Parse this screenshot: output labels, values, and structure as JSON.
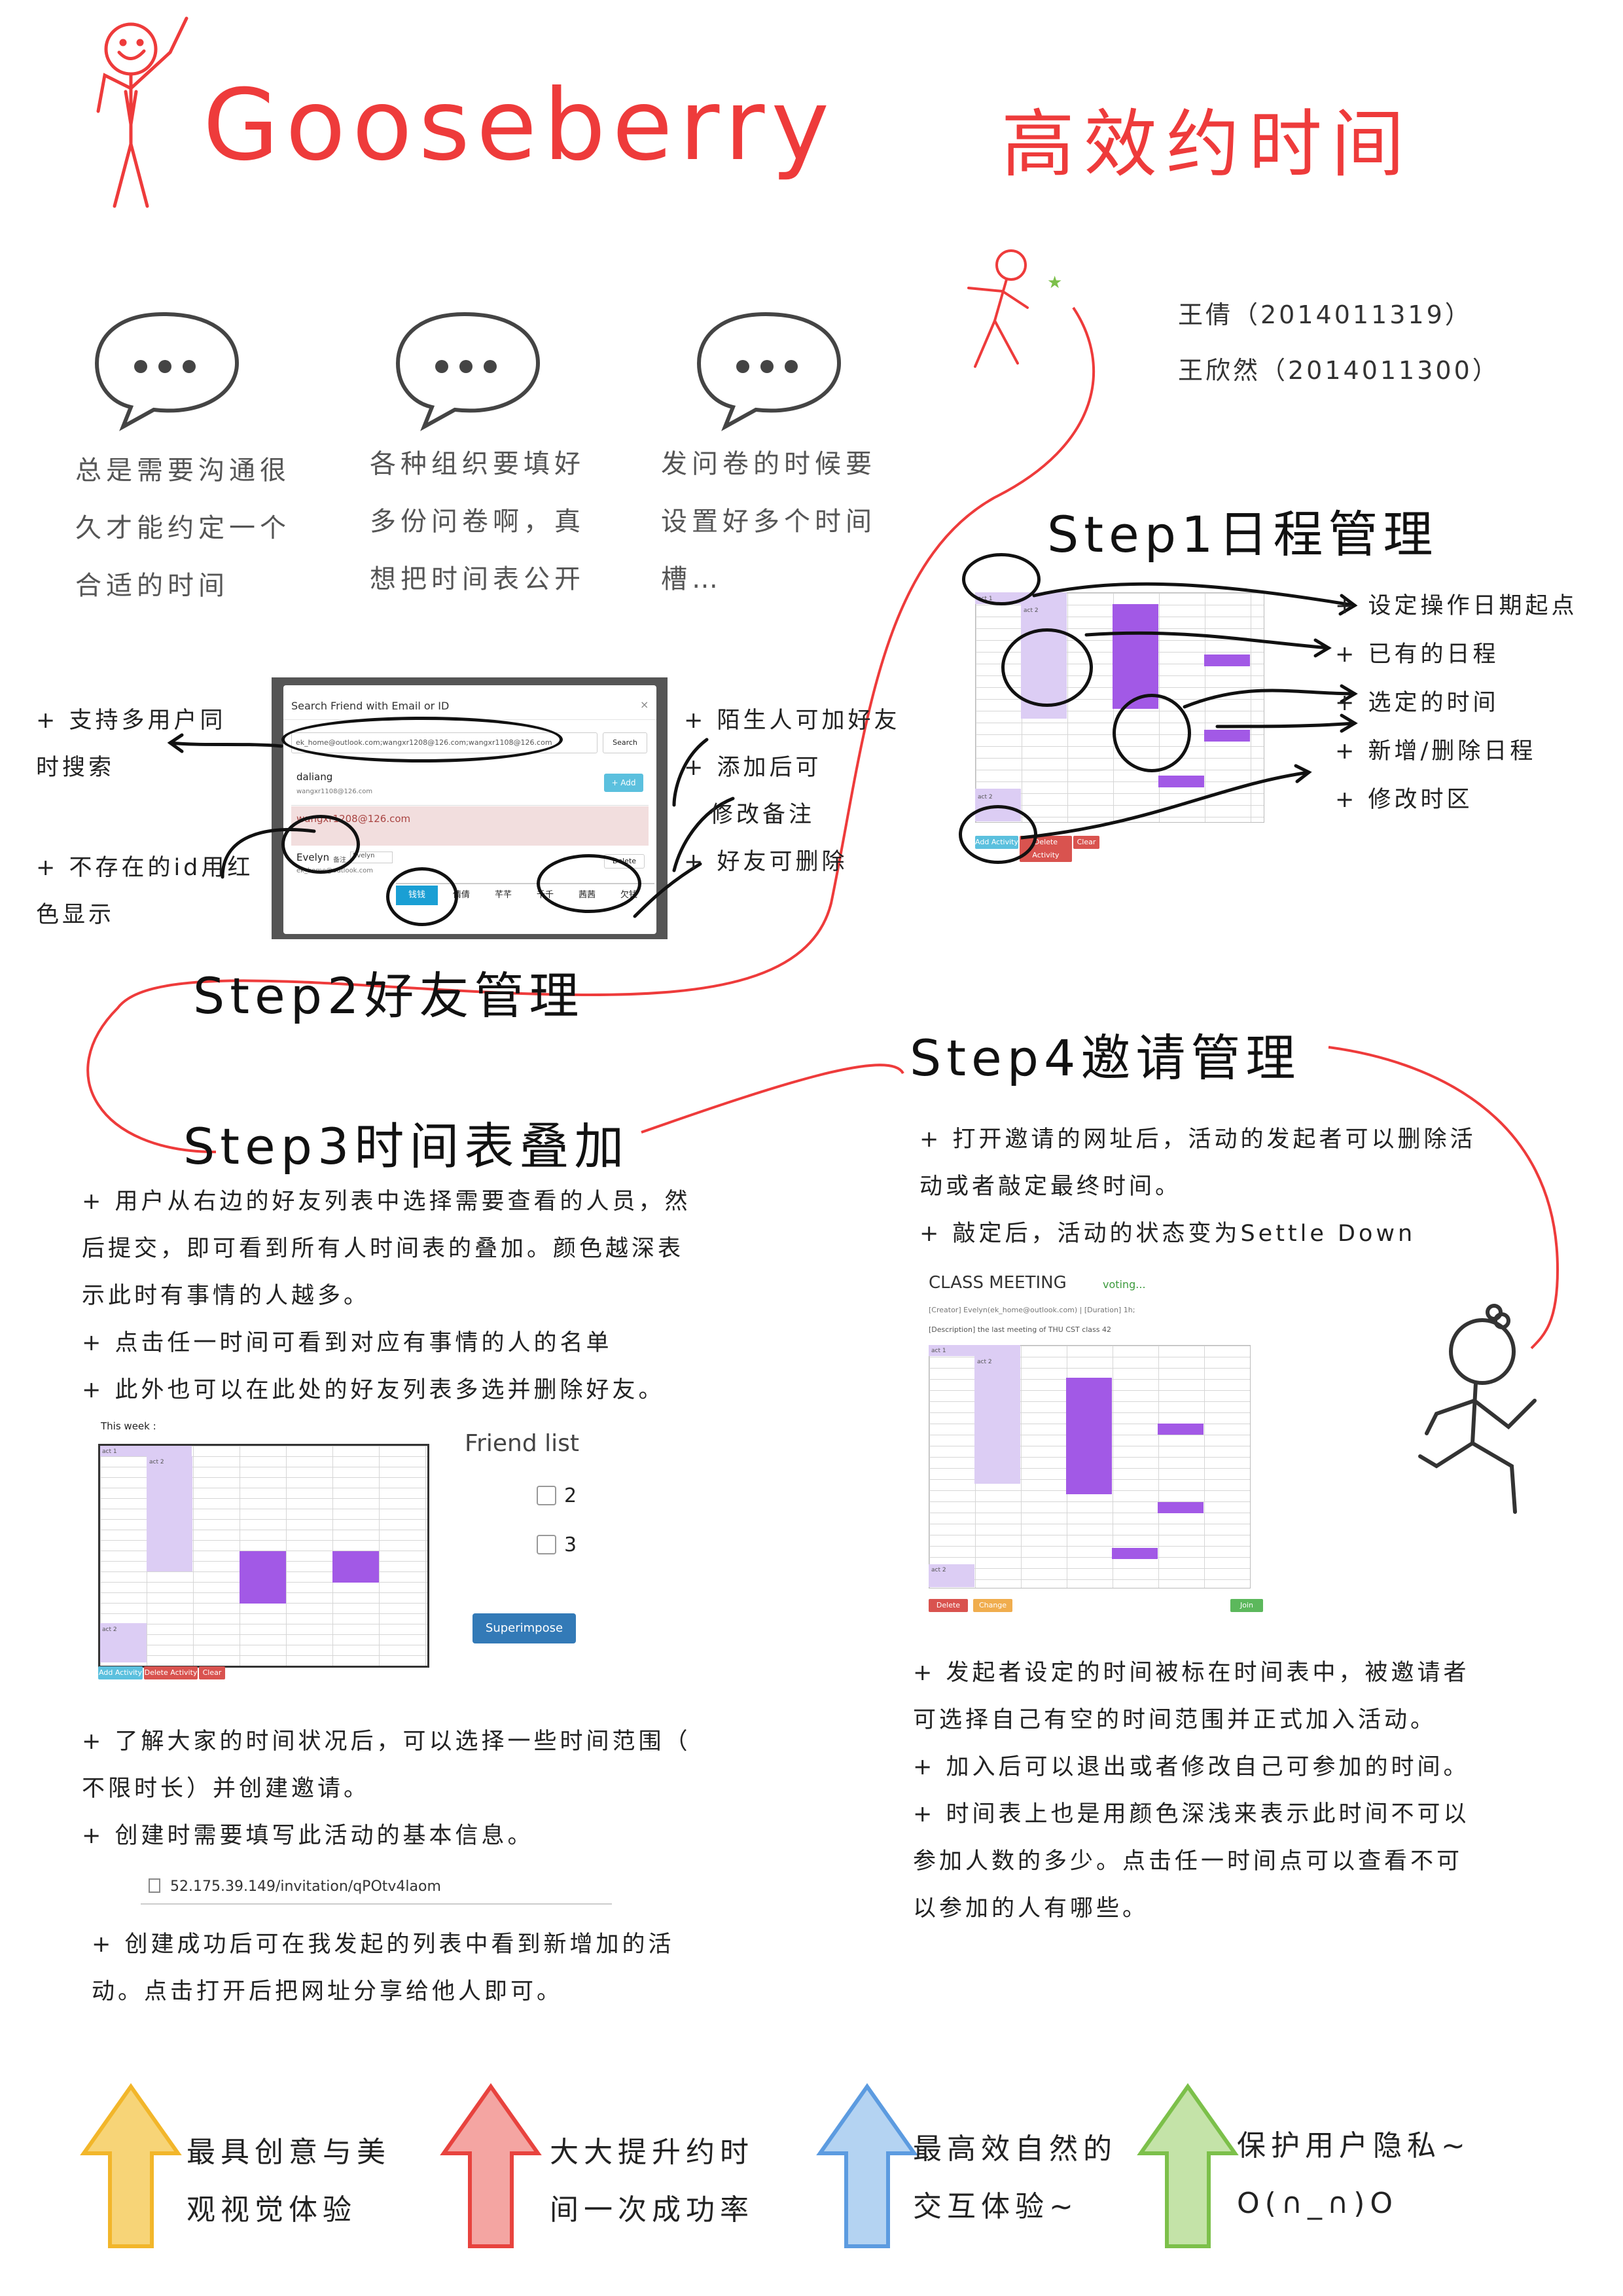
{
  "header": {
    "title_en": "Gooseberry",
    "title_cn": "高效约时间"
  },
  "authors": [
    "王倩（2014011319）",
    "王欣然（2014011300）"
  ],
  "pain_points": [
    "总是需要沟通很\n久才能约定一个\n合适的时间",
    "各种组织要填好\n多份问卷啊，真\n想把时间表公开",
    "发问卷的时候要\n设置好多个时间\n槽…"
  ],
  "steps": {
    "step1": {
      "title": "Step1日程管理",
      "notes": [
        "+ 设定操作日期起点",
        "+ 已有的日程",
        "+ 选定的时间",
        "+ 新增/删除日程",
        "+ 修改时区"
      ],
      "buttons": [
        "Add Activity",
        "Delete Activity",
        "Clear"
      ]
    },
    "step2": {
      "title": "Step2好友管理",
      "left_notes": [
        "+ 支持多用户同\n时搜索",
        "+ 不存在的id用红\n色显示"
      ],
      "right_notes": [
        "+ 陌生人可加好友",
        "+ 添加后可",
        "修改备注",
        "+ 好友可删除"
      ],
      "dialog": {
        "title": "Search Friend with Email or ID",
        "close": "×",
        "input_value": "ek_home@outlook.com;wangxr1208@126.com;wangxr1108@126.com",
        "search_label": "Search",
        "results": [
          {
            "name": "daliang",
            "email": "wangxr1108@126.com",
            "action": "+ Add"
          },
          {
            "name": "wangxr1208@126.com",
            "email": ""
          },
          {
            "name": "Evelyn",
            "note_label": "备注",
            "note_value": "Evelyn",
            "email": "ek_home@outlook.com",
            "action": "Delete"
          }
        ],
        "friend_tags": [
          "钱钱",
          "倩倩",
          "芊芊",
          "千千",
          "茜茜",
          "欠钱"
        ]
      }
    },
    "step3": {
      "title": "Step3时间表叠加",
      "notes": [
        "+ 用户从右边的好友列表中选择需要查看的人员，然\n后提交，即可看到所有人时间表的叠加。颜色越深表\n示此时有事情的人越多。",
        "+ 点击任一时间可看到对应有事情的人的名单",
        "+ 此外也可以在此处的好友列表多选并删除好友。"
      ],
      "week_label": "This week :",
      "friend_list_title": "Friend list",
      "friend_items": [
        "2",
        "3"
      ],
      "superimpose_label": "Superimpose",
      "notes2": [
        "+ 了解大家的时间状况后，可以选择一些时间范围（\n不限时长）并创建邀请。",
        "+ 创建时需要填写此活动的基本信息。"
      ],
      "url": "52.175.39.149/invitation/qPOtv4laom",
      "notes3": "+ 创建成功后可在我发起的列表中看到新增加的活\n动。点击打开后把网址分享给他人即可。"
    },
    "step4": {
      "title": "Step4邀请管理",
      "notes": [
        "+ 打开邀请的网址后，活动的发起者可以删除活\n动或者敲定最终时间。",
        "+ 敲定后，活动的状态变为Settle Down"
      ],
      "meeting_title": "CLASS MEETING",
      "meeting_status": "voting...",
      "meeting_creator": "[Creator] Evelyn(ek_home@outlook.com) | [Duration] 1h;",
      "meeting_desc": "[Description] the last meeting of THU CST class 42",
      "buttons": [
        "Delete",
        "Change",
        "Join"
      ],
      "notes2": [
        "+ 发起者设定的时间被标在时间表中，被邀请者\n可选择自己有空的时间范围并正式加入活动。",
        "+ 加入后可以退出或者修改自己可参加的时间。",
        "+ 时间表上也是用颜色深浅来表示此时间不可以\n参加人数的多少。点击任一时间点可以查看不可\n以参加的人有哪些。"
      ]
    }
  },
  "cell_label": "act 2",
  "cell_label_alt": "act 1",
  "footer": [
    {
      "text": "最具创意与美\n观视觉体验",
      "color": "#f2b62a"
    },
    {
      "text": "大大提升约时\n间一次成功率",
      "color": "#e8433e"
    },
    {
      "text": "最高效自然的\n交互体验~",
      "color": "#5c9be0"
    },
    {
      "text": "保护用户隐私~\nO(∩_∩)O",
      "color": "#7cc04a"
    }
  ],
  "colors": {
    "accent": "#ee3b3b",
    "schedule_light": "#dccdf4",
    "schedule_dark": "#a259e6"
  }
}
